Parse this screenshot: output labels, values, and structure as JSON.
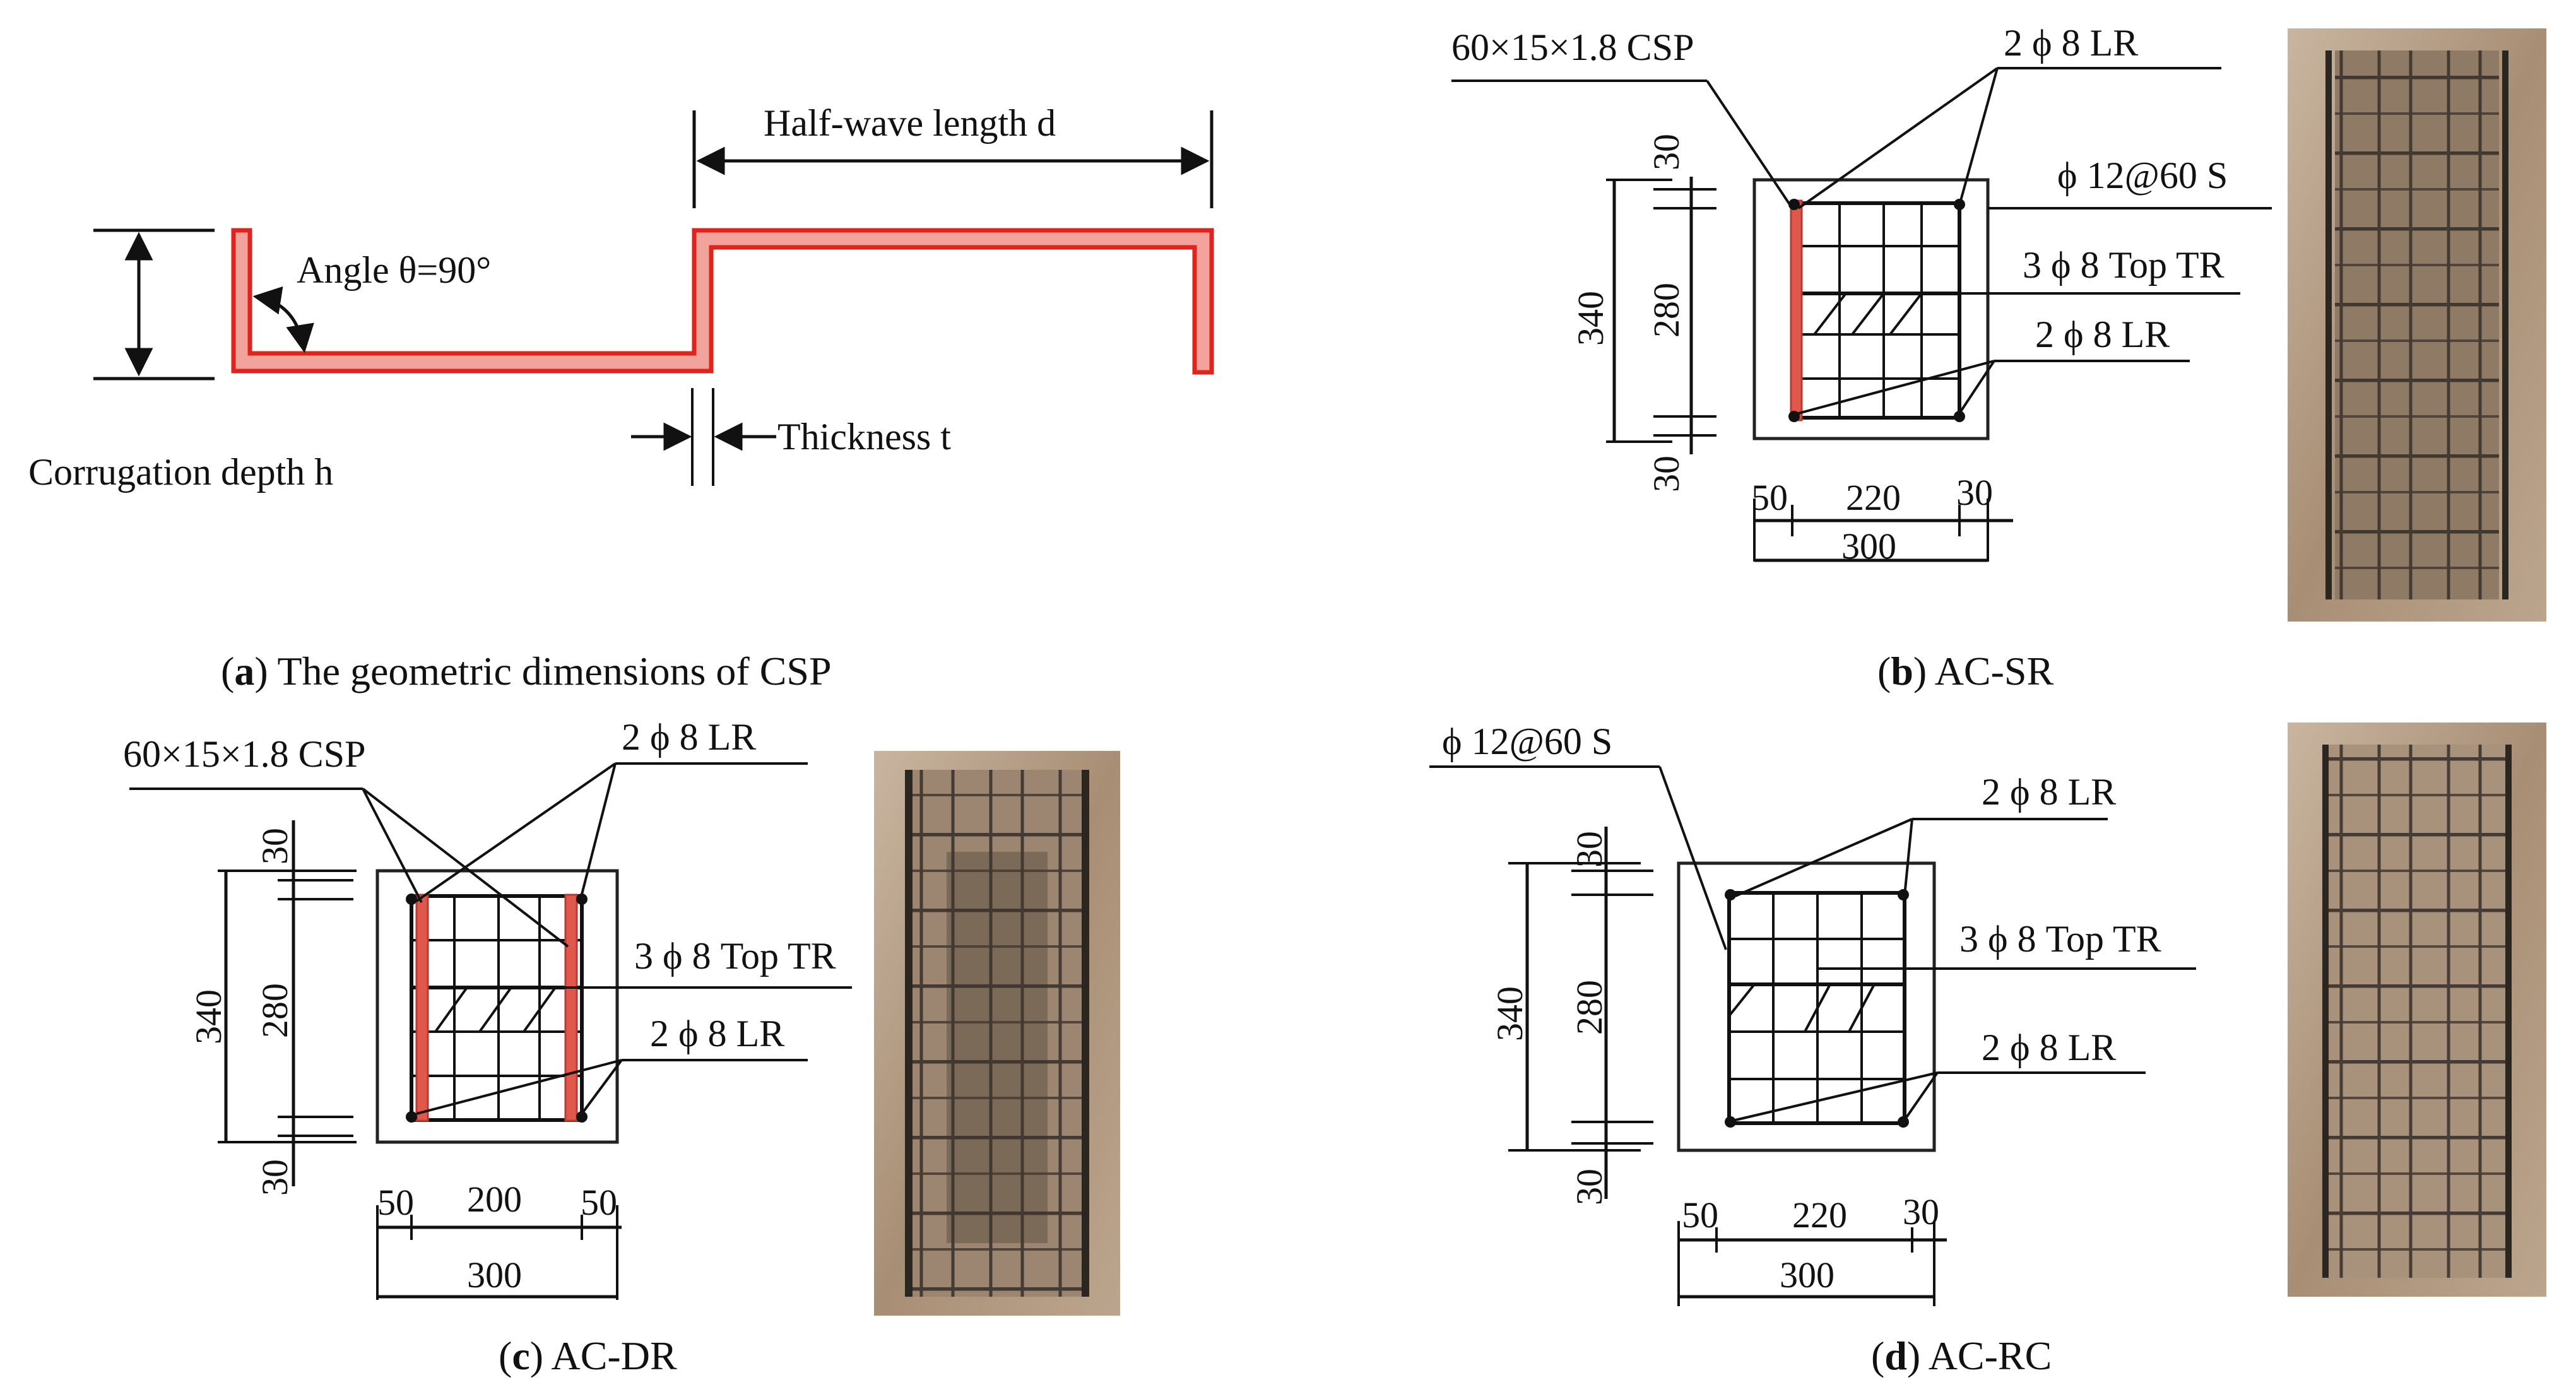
{
  "panel_a": {
    "caption_letter": "a",
    "caption_text": ") The geometric dimensions of CSP",
    "angle_label": "Angle θ=90°",
    "half_wave_label": "Half-wave length d",
    "thickness_label": "Thickness t",
    "depth_label": "Corrugation depth h",
    "colors": {
      "plate_fill": "#f2a39b",
      "plate_edge": "#e0231d"
    }
  },
  "panel_b": {
    "caption_letter": "b",
    "caption_text": ") AC-SR",
    "csp_label": "60×15×1.8 CSP",
    "top_lr": "2 ϕ 8  LR",
    "stirrup": "ϕ 12@60 S",
    "top_tr": "3 ϕ 8 Top TR",
    "bot_lr": "2 ϕ 8 LR",
    "dims": {
      "total_h": "340",
      "top": "30",
      "mid": "280",
      "bottom": "30",
      "left": "50",
      "mid_w": "220",
      "right": "30",
      "total_w": "300"
    },
    "photo_icon": "steel-cage-photo"
  },
  "panel_c": {
    "caption_letter": "c",
    "caption_text": ") AC-DR",
    "csp_label": "60×15×1.8 CSP",
    "top_lr": "2 ϕ 8 LR",
    "top_tr": "3 ϕ 8 Top TR",
    "bot_lr": "2 ϕ 8 LR",
    "dims": {
      "total_h": "340",
      "top": "30",
      "mid": "280",
      "bottom": "30",
      "left": "50",
      "mid_w": "200",
      "right": "50",
      "total_w": "300"
    },
    "photo_icon": "steel-cage-photo"
  },
  "panel_d": {
    "caption_letter": "d",
    "caption_text": ") AC-RC",
    "stirrup": "ϕ 12@60 S",
    "top_lr": "2 ϕ 8 LR",
    "top_tr": "3 ϕ 8 Top TR",
    "bot_lr": "2 ϕ 8 LR",
    "dims": {
      "total_h": "340",
      "top": "30",
      "mid": "280",
      "bottom": "30",
      "left": "50",
      "mid_w": "220",
      "right": "30",
      "total_w": "300"
    },
    "photo_icon": "steel-cage-photo"
  },
  "colors": {
    "csp_red": "#e0574c",
    "photo_bg": "#b69e85",
    "cage_dark": "#2c2620"
  }
}
